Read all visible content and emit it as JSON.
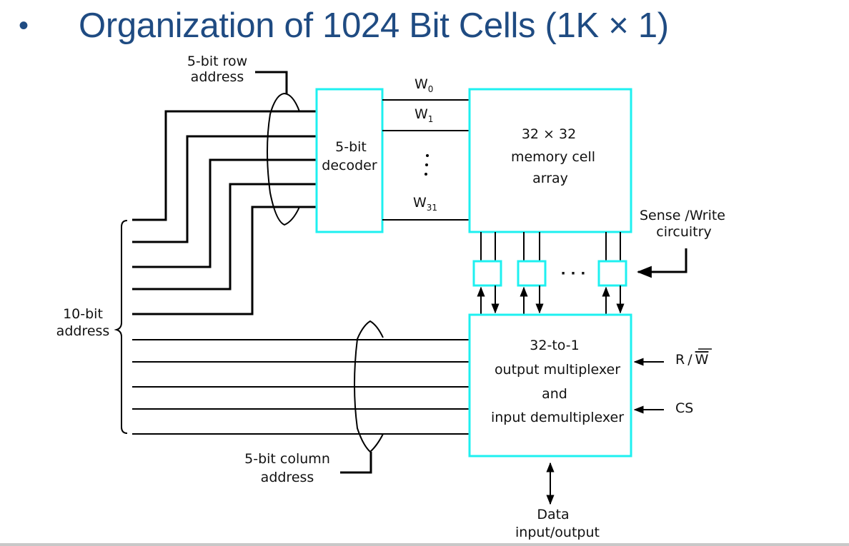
{
  "title": {
    "bullet": "•",
    "text": "Organization of 1024 Bit Cells (1K × 1)"
  },
  "diagram": {
    "row_address_label": [
      "5-bit row",
      "address"
    ],
    "column_address_label": [
      "5-bit column",
      "address"
    ],
    "address_label": [
      "10-bit",
      "address"
    ],
    "decoder": [
      "5-bit",
      "decoder"
    ],
    "word_lines": {
      "w0": {
        "base": "W",
        "sub": "0"
      },
      "w1": {
        "base": "W",
        "sub": "1"
      },
      "w31": {
        "base": "W",
        "sub": "31"
      },
      "ellipsis": "⋮"
    },
    "memory_array": [
      "32 × 32",
      "memory cell",
      "array"
    ],
    "sense_write_label": [
      "Sense /Write",
      "circuitry"
    ],
    "sense_ellipsis": "· · ·",
    "mux": [
      "32-to-1",
      "output multiplexer",
      "and",
      "input demultiplexer"
    ],
    "rw_label": {
      "r": "R",
      "slash": "/",
      "w": "W"
    },
    "cs_label": "CS",
    "data_label": [
      "Data",
      "input/output"
    ]
  },
  "colors": {
    "title": "#1f4b82",
    "box_outline": "#1ef0f0",
    "wire": "#000000"
  }
}
